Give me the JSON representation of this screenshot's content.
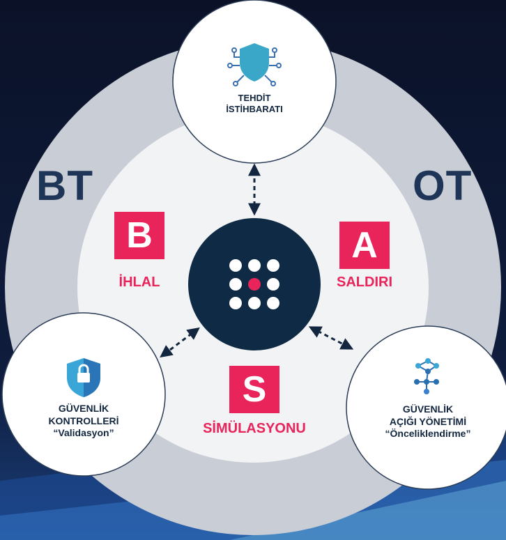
{
  "colors": {
    "accent": "#e8245a",
    "navy": "#0f2a44",
    "text_dark": "#12263f",
    "side_text": "#1e3557",
    "outer_ring": "#c9cdd5",
    "inner_circle": "#f2f3f5"
  },
  "sides": {
    "left": "BT",
    "right": "OT"
  },
  "center": {
    "icon": "dot-grid-icon"
  },
  "top_node": {
    "icon": "shield-network-icon",
    "line1": "TEHDİT",
    "line2": "İSTİHBARATI"
  },
  "left_node": {
    "icon": "shield-lock-icon",
    "line1": "GÜVENLİK",
    "line2": "KONTROLLERİ",
    "line3": "“Validasyon”"
  },
  "right_node": {
    "icon": "network-nodes-icon",
    "line1": "GÜVENLİK",
    "line2": "AÇIĞI YÖNETİMİ",
    "line3": "“Önceliklendirme”"
  },
  "bas": {
    "b": {
      "letter": "B",
      "word": "İHLAL"
    },
    "a": {
      "letter": "A",
      "word": "SALDIRI"
    },
    "s": {
      "letter": "S",
      "word": "SİMÜLASYONU"
    }
  }
}
